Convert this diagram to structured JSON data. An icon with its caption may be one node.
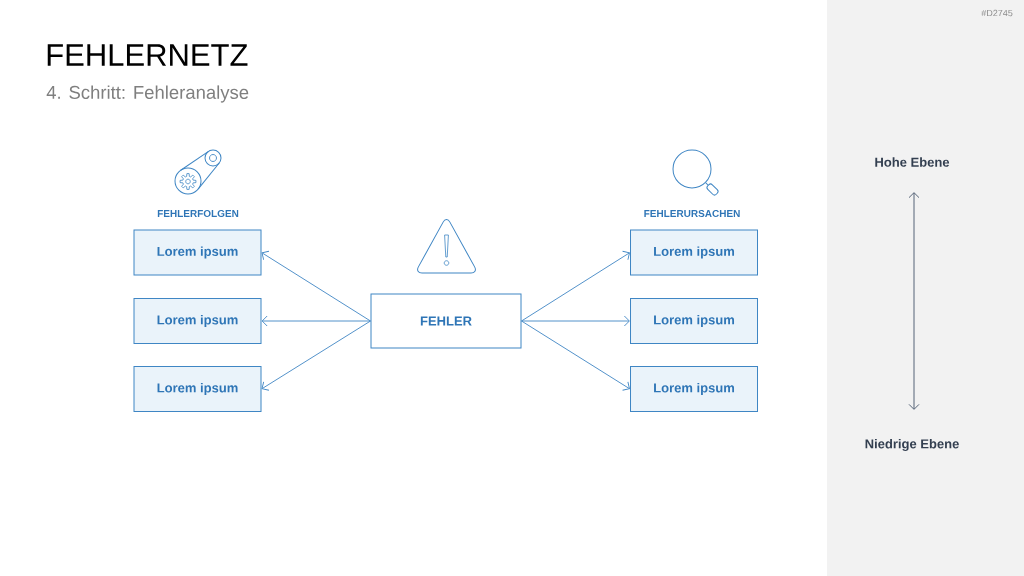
{
  "diagram": {
    "title": "FEHLERNETZ",
    "nodes": [
      {
        "text": [
          "Lorem ipsum"
        ]
      },
      {
        "text": [
          "Lorem ipsum"
        ]
      },
      {
        "text": [
          "Lorem ipsum"
        ]
      },
      {
        "text": [
          "FEHLER"
        ]
      },
      {
        "text": [
          "Lorem ipsum"
        ]
      },
      {
        "text": [
          "Lorem ipsum"
        ]
      },
      {
        "text": [
          "Lorem ipsum"
        ]
      }
    ],
    "edges": [
      {
        "from": 3,
        "to": 0,
        "arrow": "to"
      },
      {
        "from": 3,
        "to": 1,
        "arrow": "to"
      },
      {
        "from": 3,
        "to": 2,
        "arrow": "to"
      },
      {
        "from": 3,
        "to": 4,
        "arrow": "to"
      },
      {
        "from": 3,
        "to": 5,
        "arrow": "to"
      },
      {
        "from": 3,
        "to": 6,
        "arrow": "to"
      }
    ],
    "labels": [
      "#D2745",
      "4. Schritt: Fehleranalyse",
      "Hohe Ebene",
      "FEHLERFOLGEN",
      "FEHLERURSACHEN",
      "Niedrige Ebene"
    ]
  }
}
